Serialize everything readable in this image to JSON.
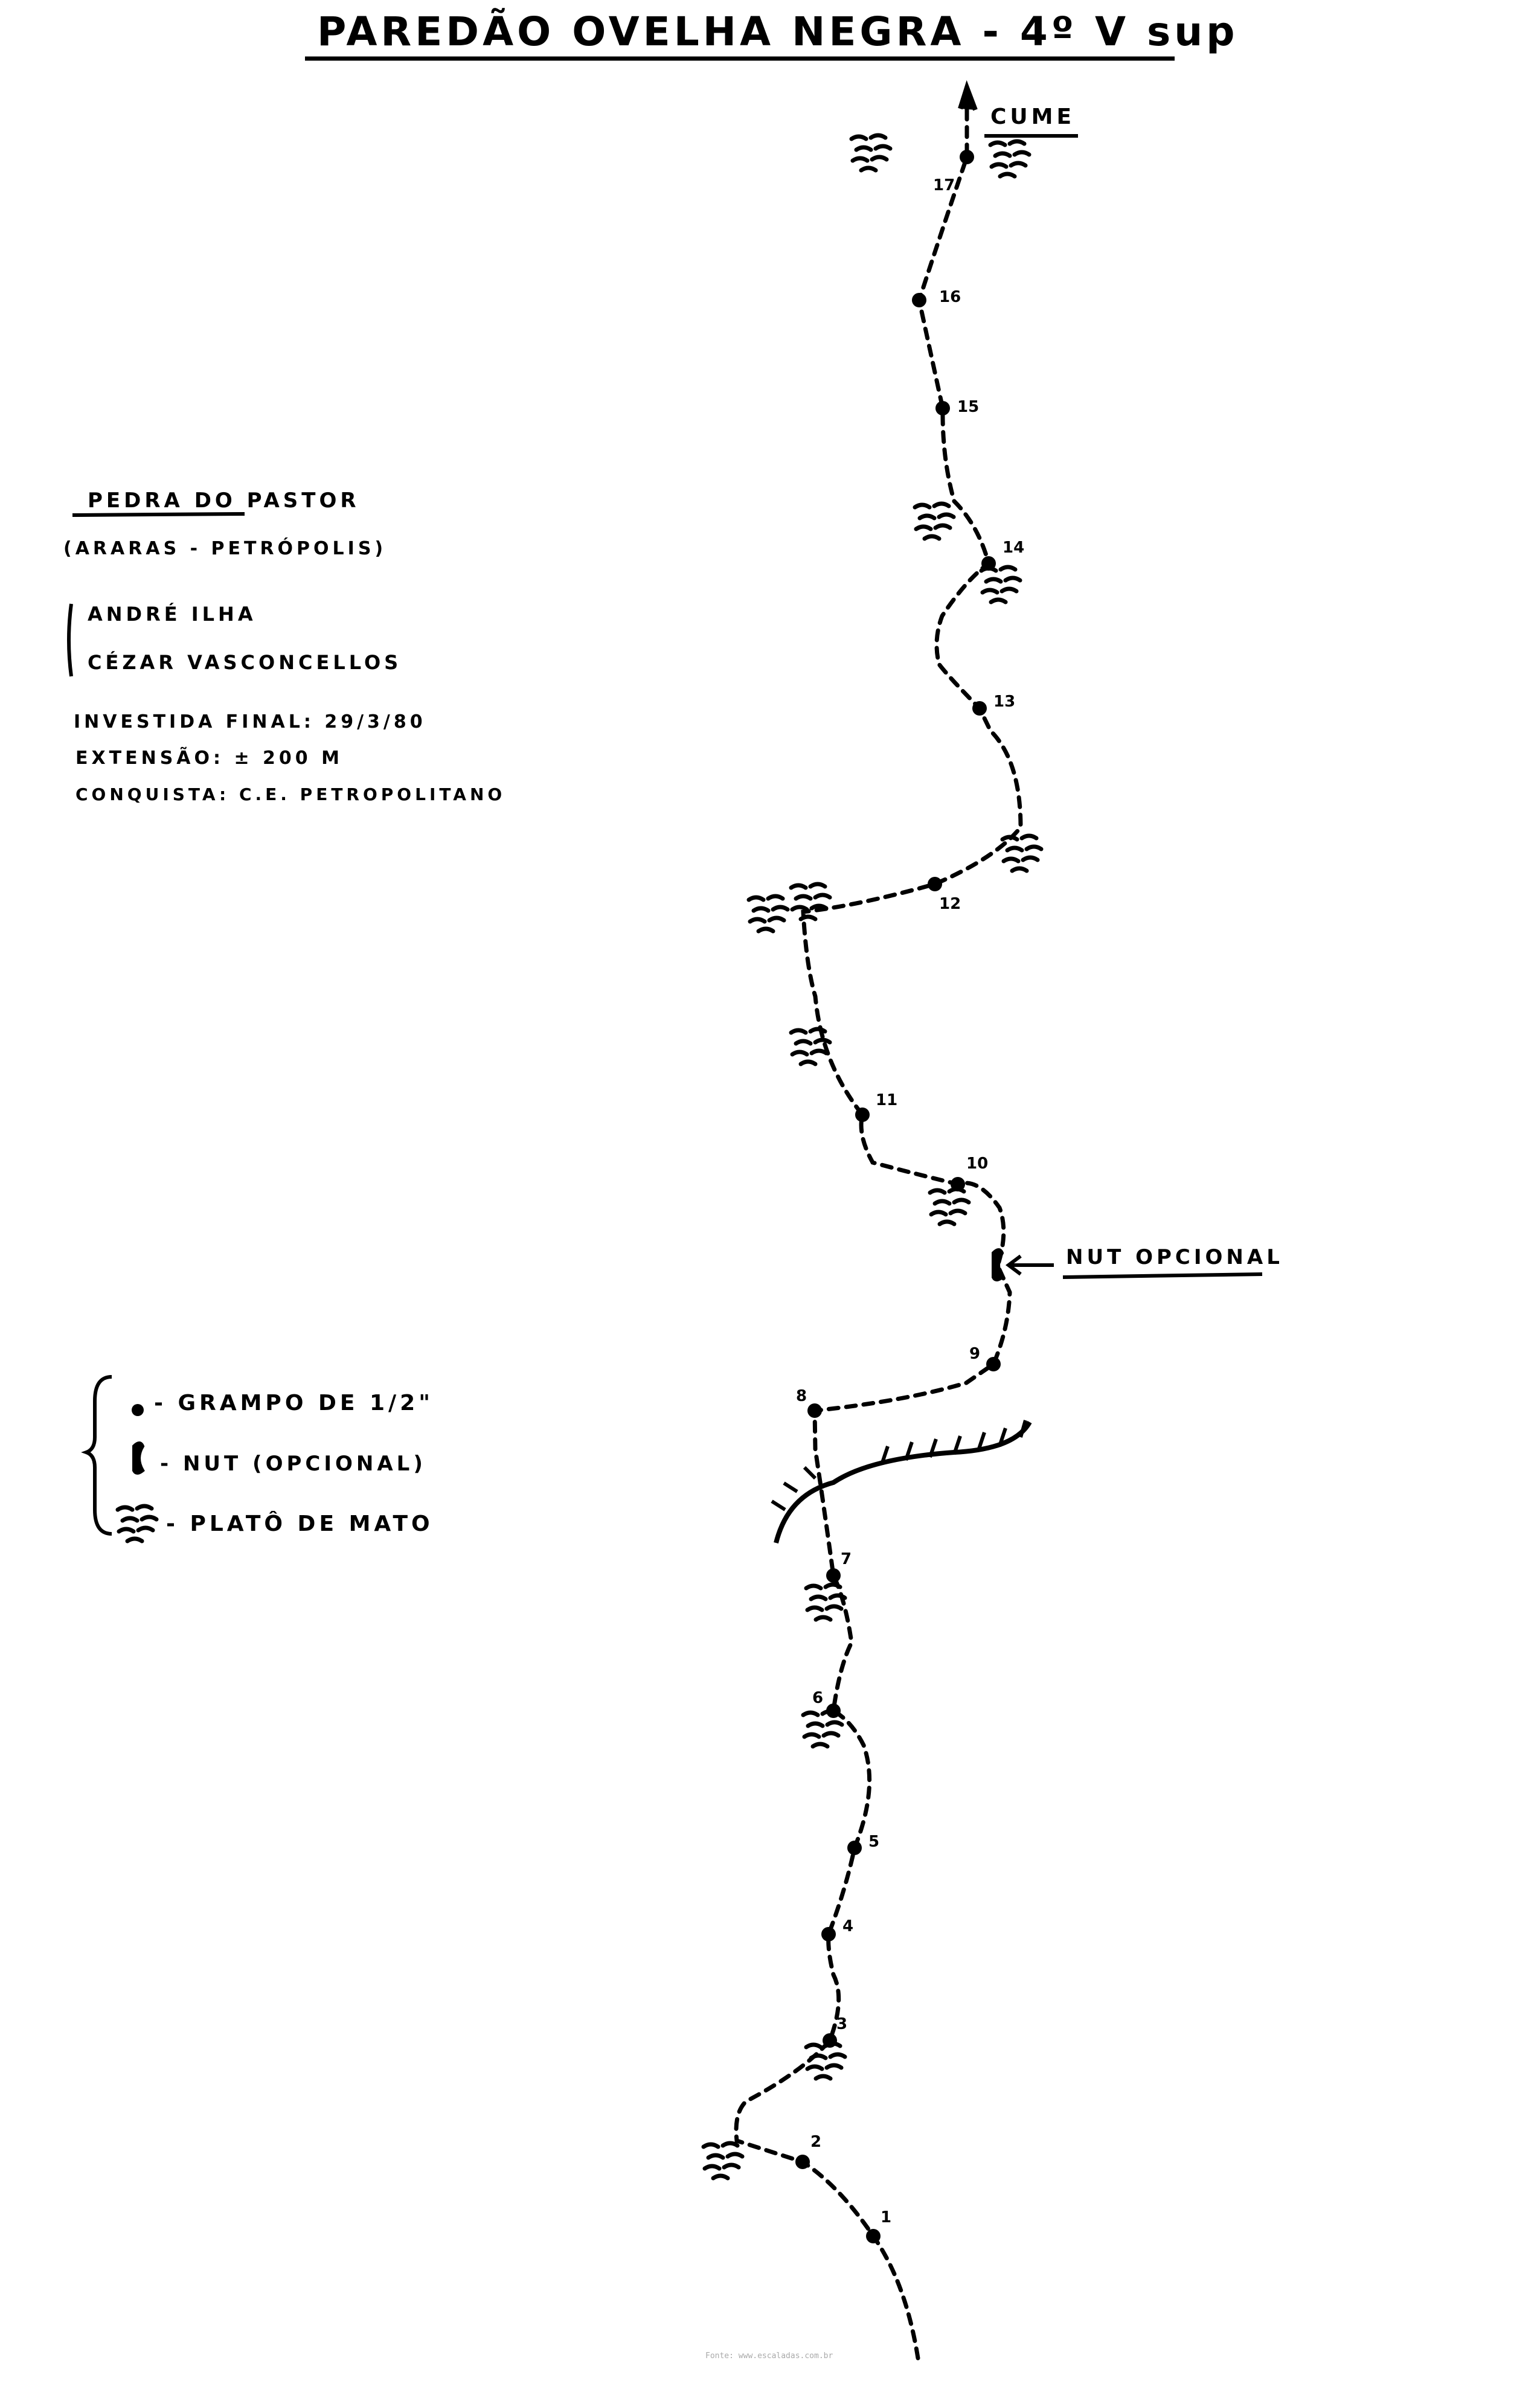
{
  "title": "PAREDÃO OVELHA NEGRA - 4º V sup",
  "info": {
    "location": "PEDRA DO PASTOR",
    "region": "(ARARAS - PETRÓPOLIS)",
    "climbers": [
      "ANDRÉ ILHA",
      "CÉZAR VASCONCELLOS"
    ],
    "final_attempt": "INVESTIDA FINAL: 29/3/80",
    "length": "EXTENSÃO: ± 200 M",
    "conquest": "CONQUISTA: C.E. PETROPOLITANO"
  },
  "legend": {
    "bolt": "- GRAMPO DE 1/2\"",
    "nut": "- NUT (OPCIONAL)",
    "plateau": "- PLATÔ DE MATO"
  },
  "summit_label": "CUME",
  "nut_callout": "NUT OPCIONAL",
  "bolts": [
    "1",
    "2",
    "3",
    "4",
    "5",
    "6",
    "7",
    "8",
    "9",
    "10",
    "11",
    "12",
    "13",
    "14",
    "15",
    "16",
    "17"
  ],
  "footer": "Fonte: www.escaladas.com.br"
}
